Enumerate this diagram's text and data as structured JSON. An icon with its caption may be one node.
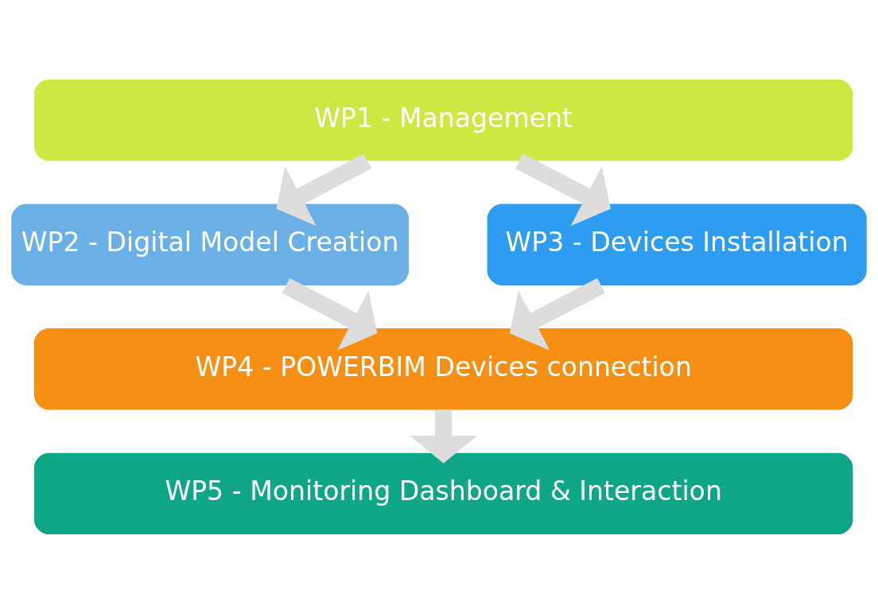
{
  "diagram": {
    "nodes": [
      {
        "text": [
          "WP1 - Management"
        ]
      },
      {
        "text": [
          "WP2 - Digital Model Creation"
        ]
      },
      {
        "text": [
          "WP3 - Devices Installation"
        ]
      },
      {
        "text": [
          "WP4 - POWERBIM Devices connection"
        ]
      },
      {
        "text": [
          "WP5 - Monitoring Dashboard & Interaction"
        ]
      }
    ],
    "edges": [
      {
        "from": 0,
        "to": 1,
        "arrow": "to"
      },
      {
        "from": 0,
        "to": 2,
        "arrow": "to"
      },
      {
        "from": 1,
        "to": 3,
        "arrow": "to"
      },
      {
        "from": 2,
        "to": 3,
        "arrow": "to"
      },
      {
        "from": 3,
        "to": 4,
        "arrow": "to"
      }
    ]
  }
}
